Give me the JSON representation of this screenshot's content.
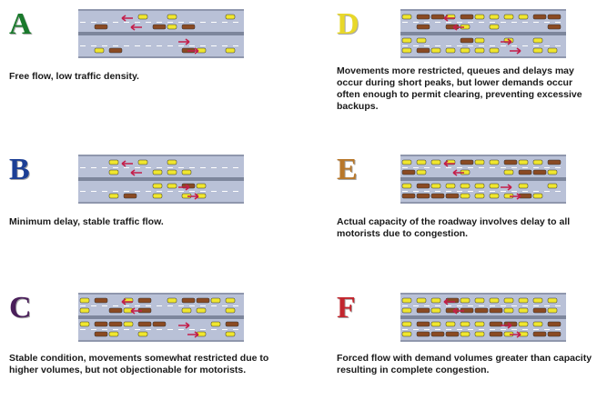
{
  "panels": [
    {
      "letter": "A",
      "color": "#1a7a2c",
      "description": "Free flow, low traffic density.",
      "density": 0.18
    },
    {
      "letter": "B",
      "color": "#1c3f95",
      "description": "Minimum delay, stable traffic flow.",
      "density": 0.34
    },
    {
      "letter": "C",
      "color": "#4a1f5a",
      "description": "Stable condition, movements somewhat restricted due to higher volumes, but not objectionable for motorists.",
      "density": 0.5
    },
    {
      "letter": "D",
      "color": "#e8d82a",
      "description": "Movements more restricted, queues and delays may occur during short peaks, but lower demands occur often enough to permit clearing, preventing excessive backups.",
      "density": 0.66
    },
    {
      "letter": "E",
      "color": "#b8772a",
      "description": "Actual capacity of the roadway involves delay to all motorists due to congestion.",
      "density": 0.82
    },
    {
      "letter": "F",
      "color": "#c2262e",
      "description": "Forced flow with demand volumes greater than capacity resulting in complete congestion.",
      "density": 1.0
    }
  ],
  "colors": {
    "road": "#b9c1d7",
    "median": "#7d869c",
    "lane_marking": "#ffffff",
    "car_yellow": "#f0e62e",
    "car_brown": "#8a4a22",
    "arrow": "#c41e4a"
  }
}
